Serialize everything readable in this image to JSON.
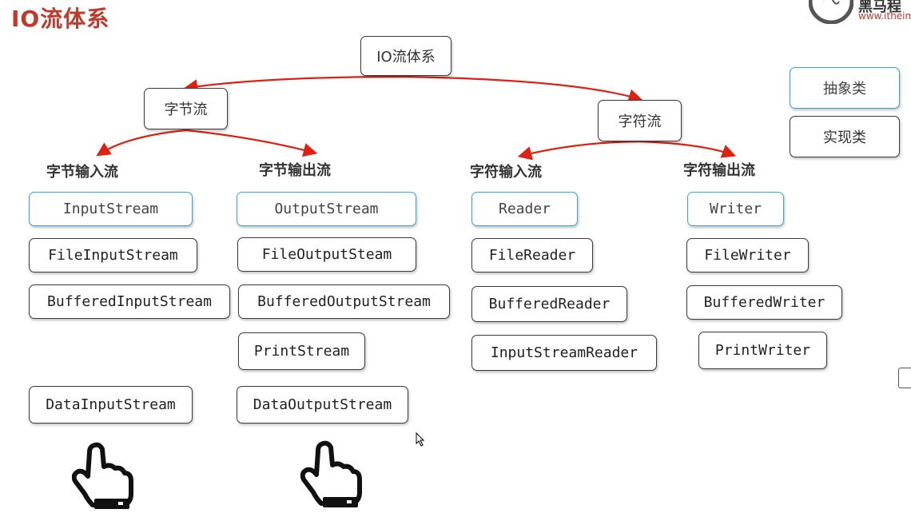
{
  "title": "IO流体系",
  "logo": {
    "name": "黑马程",
    "url": "www.itheim"
  },
  "legend": {
    "abstract": "抽象类",
    "concrete": "实现类"
  },
  "root": "IO流体系",
  "byte_stream": {
    "label": "字节流",
    "input": {
      "heading": "字节输入流",
      "abstract": "InputStream",
      "classes": [
        "FileInputStream",
        "BufferedInputStream",
        "DataInputStream"
      ]
    },
    "output": {
      "heading": "字节输出流",
      "abstract": "OutputStream",
      "classes": [
        "FileOutputSteam",
        "BufferedOutputStream",
        "PrintStream",
        "DataOutputStream"
      ]
    }
  },
  "char_stream": {
    "label": "字符流",
    "input": {
      "heading": "字符输入流",
      "abstract": "Reader",
      "classes": [
        "FileReader",
        "BufferedReader",
        "InputStreamReader"
      ]
    },
    "output": {
      "heading": "字符输出流",
      "abstract": "Writer",
      "classes": [
        "FileWriter",
        "BufferedWriter",
        "PrintWriter"
      ]
    }
  },
  "colors": {
    "arrow": "#e02010",
    "abstract_border": "#3aa6d8",
    "title": "#c0392b"
  }
}
